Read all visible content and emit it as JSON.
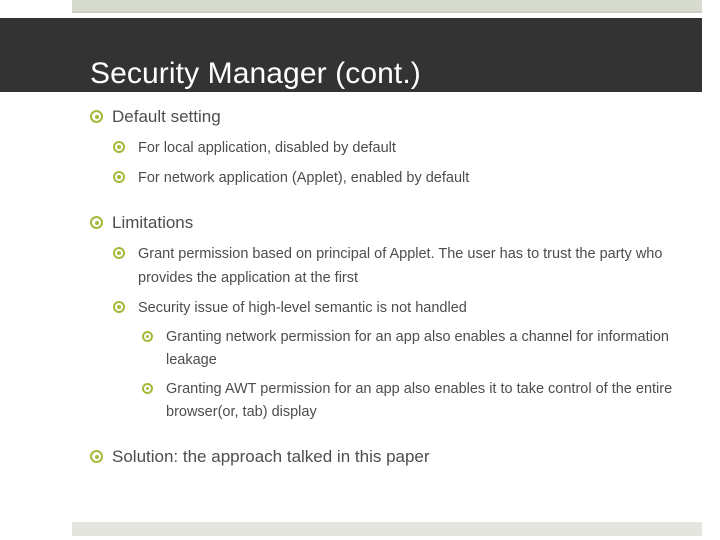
{
  "slide": {
    "title": "Security Manager (cont.)",
    "accent_color": "#a7b83b",
    "title_bar_color": "#333333",
    "strip_color": "#d8dbd0",
    "bottom_strip_color": "#e4e5de",
    "body_text_color": "#4d4d4d"
  },
  "outline": {
    "item1": {
      "text": "Default setting",
      "children": [
        {
          "text": "For local application, disabled by default"
        },
        {
          "text": "For network application (Applet), enabled by default"
        }
      ]
    },
    "item2": {
      "text": "Limitations",
      "children": [
        {
          "text": "Grant permission based on principal of Applet. The user has to trust the party who provides the application at the first"
        },
        {
          "text": "Security issue of high-level semantic is not handled",
          "children": [
            {
              "text": "Granting network permission for an app also enables a channel for information leakage"
            },
            {
              "text": "Granting AWT permission for an app also enables it to take control of the entire browser(or, tab) display"
            }
          ]
        }
      ]
    },
    "item3": {
      "text": "Solution: the approach talked in this paper"
    }
  }
}
